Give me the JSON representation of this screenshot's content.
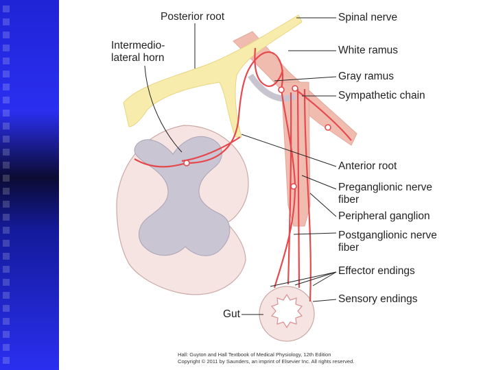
{
  "labels": {
    "posterior_root": "Posterior root",
    "intermedio_lateral_horn": "Intermedio-\nlateral horn",
    "spinal_nerve": "Spinal nerve",
    "white_ramus": "White ramus",
    "gray_ramus": "Gray ramus",
    "sympathetic_chain": "Sympathetic chain",
    "anterior_root": "Anterior root",
    "preganglionic_nerve_fiber": "Preganglionic nerve\nfiber",
    "peripheral_ganglion": "Peripheral ganglion",
    "postganglionic_nerve_fiber": "Postganglionic nerve\nfiber",
    "effector_endings": "Effector endings",
    "sensory_endings": "Sensory endings",
    "gut": "Gut"
  },
  "credit": {
    "line1": "Hall: Guyton and Hall Textbook of Medical Physiology, 12th Edition",
    "line2": "Copyright © 2011 by Saunders, an imprint of Elsevier Inc. All rights reserved."
  },
  "colors": {
    "side_band": "#2a2ff0",
    "nerve_fiber": "#e5484d",
    "gray_matter": "#c9c5d3",
    "cord": "#f6e4e2",
    "root": "#f8ecac",
    "chain": "#f0bcb0"
  }
}
